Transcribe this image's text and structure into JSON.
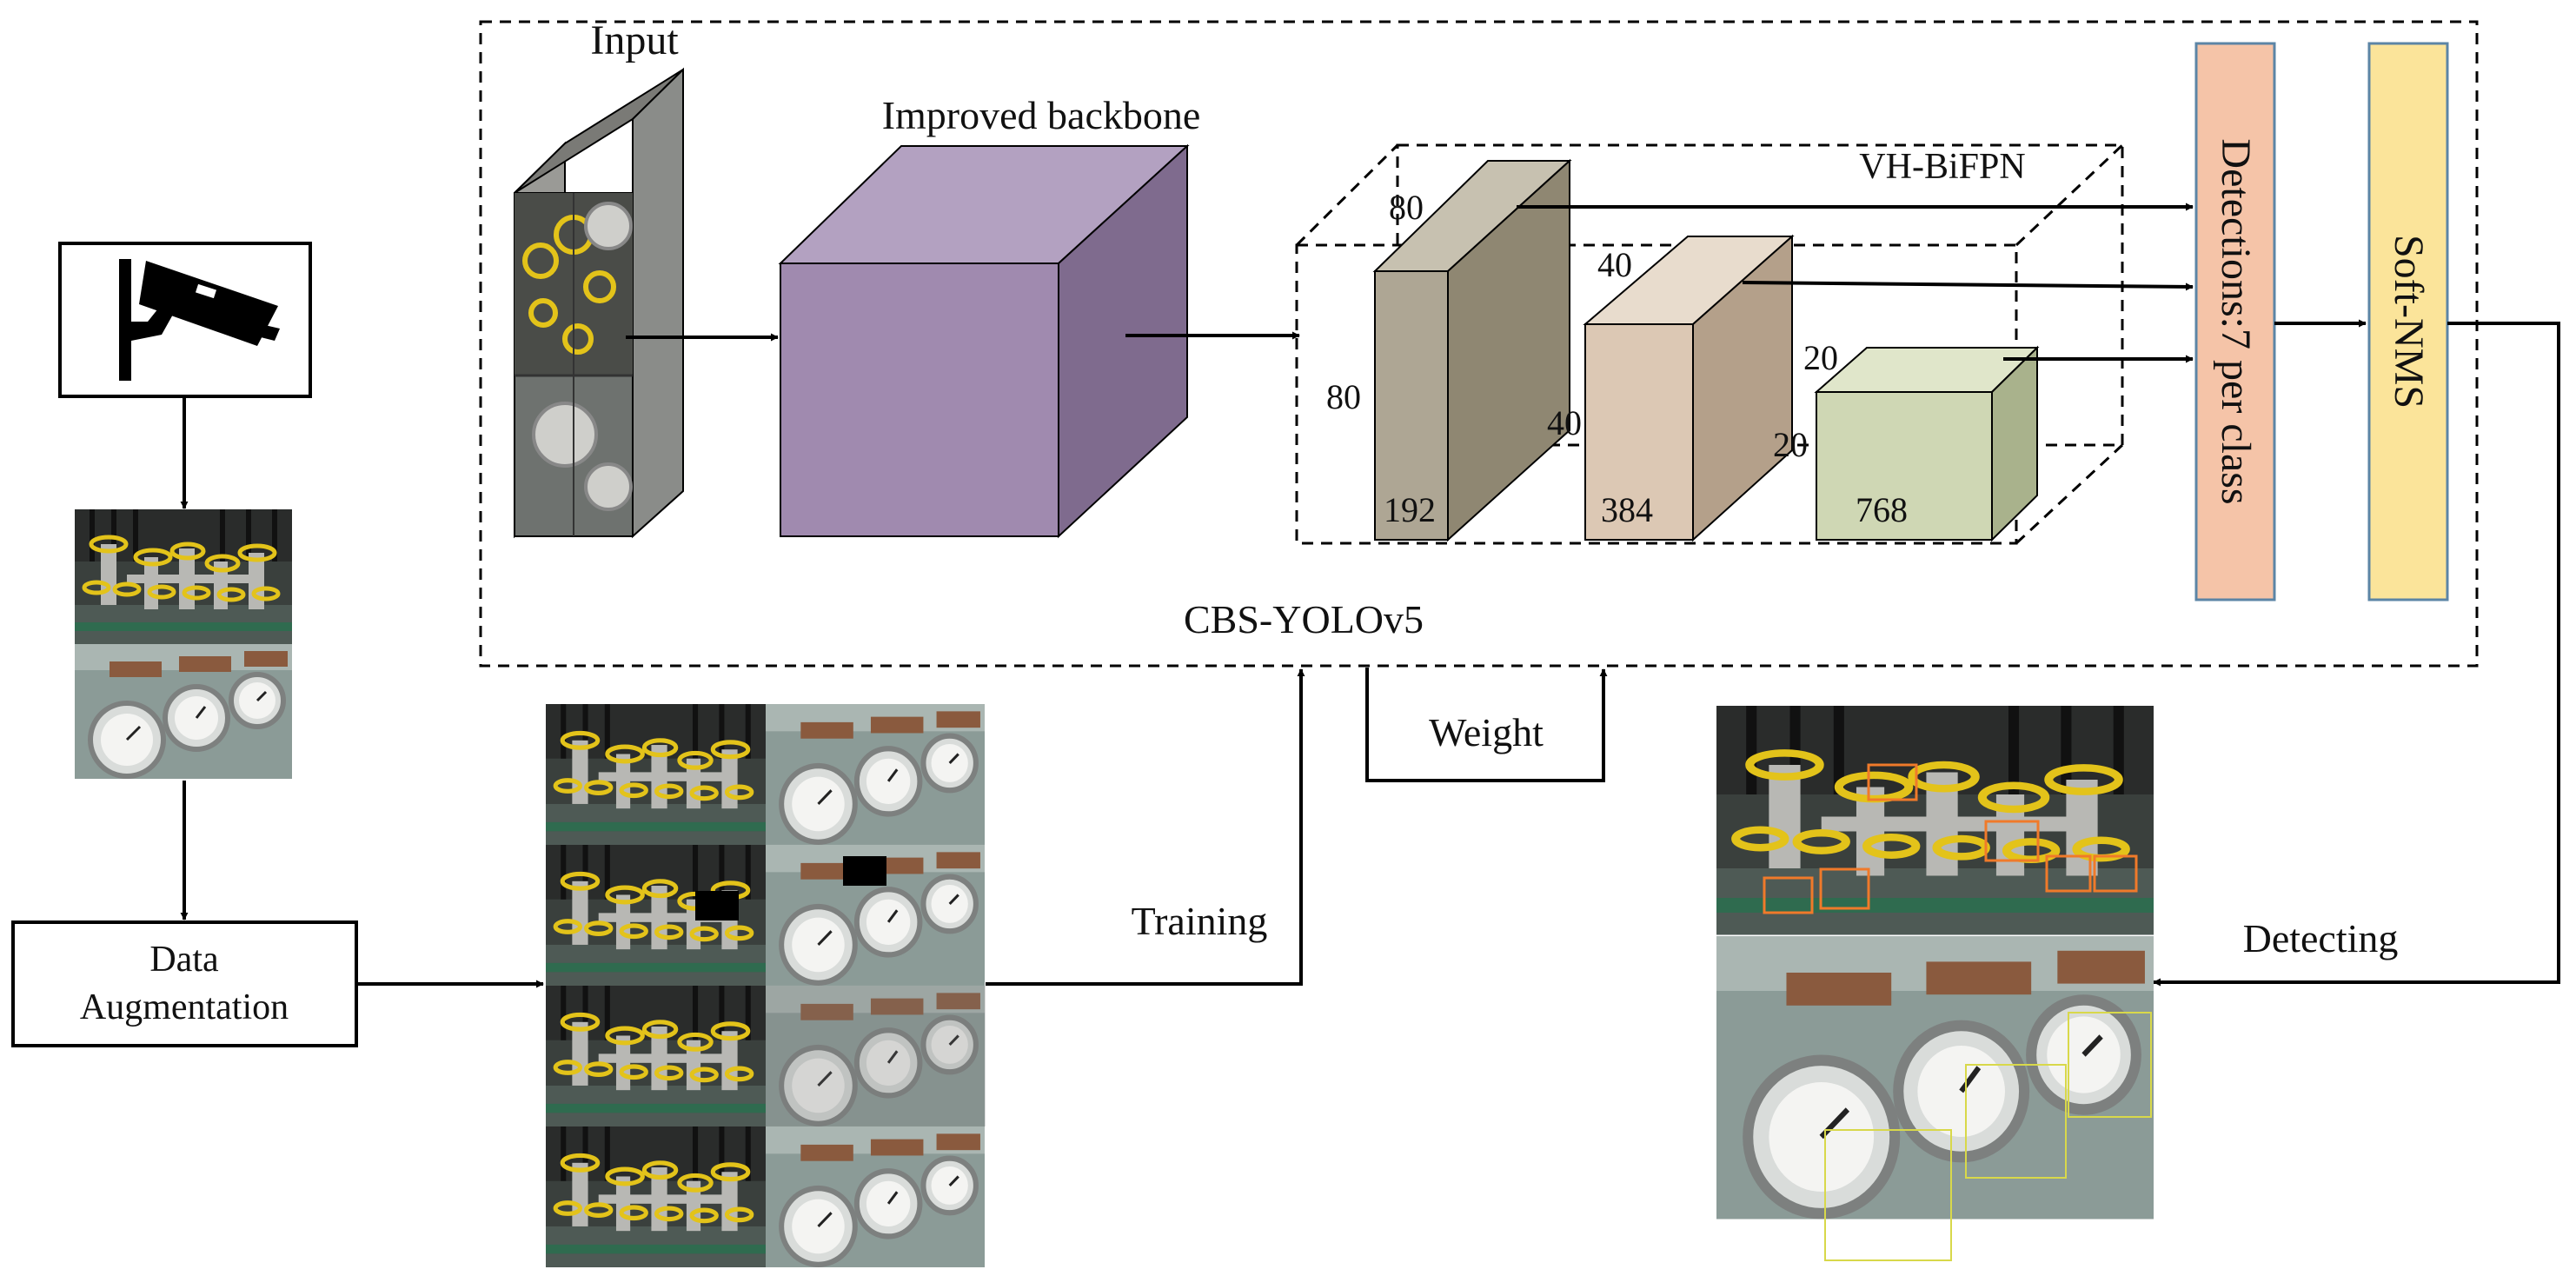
{
  "diagram": {
    "input_label": "Input",
    "backbone_label": "Improved backbone",
    "neck_label": "VH-BiFPN",
    "model_label": "CBS-YOLOv5",
    "weight_label": "Weight",
    "training_label": "Training",
    "detecting_label": "Detecting",
    "data_augmentation_line1": "Data",
    "data_augmentation_line2": "Augmentation",
    "detections_label": "Detections:7 per class",
    "softnms_label": "Soft-NMS",
    "cube1": {
      "top": "80",
      "side": "80",
      "channels": "192"
    },
    "cube2": {
      "top": "40",
      "side": "40",
      "channels": "384"
    },
    "cube3": {
      "top": "20",
      "side": "20",
      "channels": "768"
    },
    "colors": {
      "backbone_front": "#a08aaf",
      "backbone_top": "#b3a1c1",
      "backbone_side": "#7f6b8e",
      "cube1_front": "#aea694",
      "cube1_top": "#c7c1b0",
      "cube1_side": "#8f8772",
      "cube2_front": "#dcc8b4",
      "cube2_top": "#e8dccd",
      "cube2_side": "#b4a08a",
      "cube3_front": "#cfd7b4",
      "cube3_top": "#e0e6ca",
      "cube3_side": "#a9b28c",
      "detections_fill": "#f5c4a8",
      "softnms_fill": "#fbe49a",
      "box_border": "#5c85a6"
    },
    "icons": [
      "surveillance-camera-icon",
      "valve-photo",
      "gauge-photo"
    ]
  }
}
